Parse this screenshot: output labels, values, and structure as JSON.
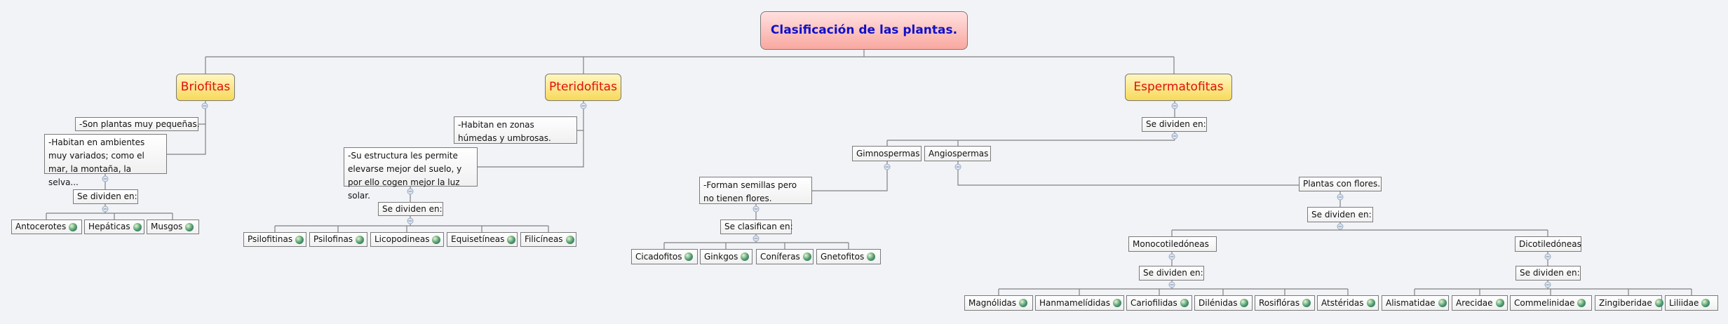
{
  "root": "Clasificación de las plantas.",
  "briofitas": {
    "title": "Briofitas",
    "note1": "-Son plantas muy pequeñas.",
    "note2": "-Habitan en ambientes muy variados; como el mar, la montaña, la selva...",
    "divide": "Se dividen en:",
    "leaves": [
      "Antocerotes",
      "Hepáticas",
      "Musgos"
    ]
  },
  "pteridofitas": {
    "title": "Pteridofitas",
    "note1": "-Habitan en zonas húmedas y umbrosas.",
    "note2": "-Su estructura les permite elevarse mejor del suelo, y por ello cogen mejor la luz solar.",
    "divide": "Se dividen en:",
    "leaves": [
      "Psilofitinas",
      "Psilofinas",
      "Licopodineas",
      "Equisetíneas",
      "Filicíneas"
    ]
  },
  "espermatofitas": {
    "title": "Espermatofitas",
    "divide": "Se dividen en:",
    "gimnospermas": {
      "title": "Gimnospermas",
      "note": "-Forman semillas pero no tienen flores.",
      "divide": "Se clasifican en:",
      "leaves": [
        "Cicadofitos",
        "Ginkgos",
        "Coníferas",
        "Gnetofitos"
      ]
    },
    "angiospermas": {
      "title": "Angiospermas",
      "note": "Plantas con flores.",
      "divide": "Se dividen en:",
      "mono": {
        "title": "Monocotiledóneas",
        "divide": "Se dividen en:",
        "leaves": [
          "Magnólidas",
          "Hanmamelídidas",
          "Cariofilidas",
          "Dilénidas",
          "Rosiflóras",
          "Atstéridas"
        ]
      },
      "dico": {
        "title": "Dicotiledóneas",
        "divide": "Se dividen en:",
        "leaves": [
          "Alismatidae",
          "Arecidae",
          "Commelinidae",
          "Zingiberidae",
          "Liliidae"
        ]
      }
    }
  },
  "icons": {
    "leaf": "globe-icon",
    "collapse": "collapse-minus-icon"
  }
}
